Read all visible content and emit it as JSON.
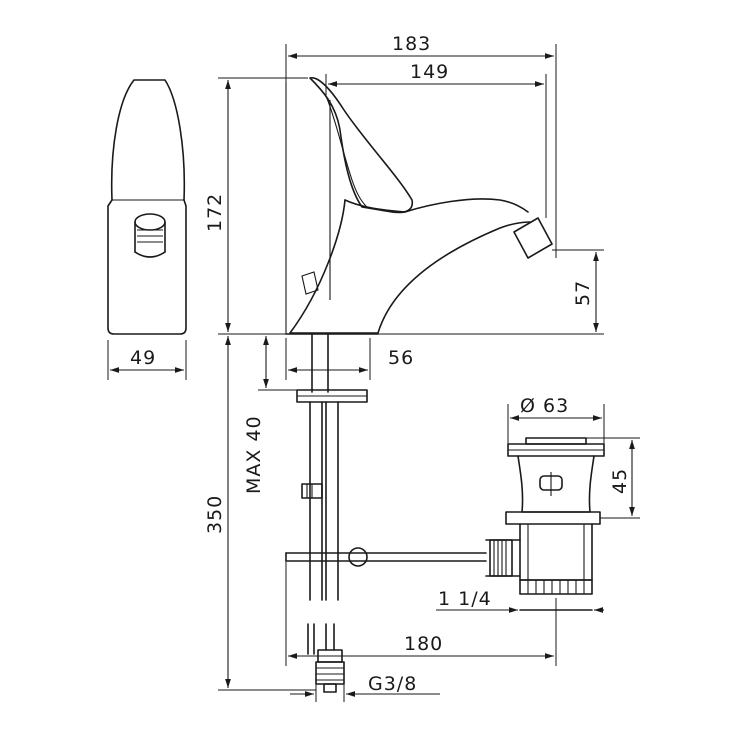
{
  "dimensions": {
    "overall_length": "183",
    "spout_reach": "149",
    "height": "172",
    "outlet_height": "57",
    "body_width": "49",
    "base_diameter": "56",
    "max_thickness": "MAX  40",
    "drain_length": "350",
    "waste_diameter": "Ø 63",
    "waste_height": "45",
    "waste_thread": "1  1/4",
    "rod_length": "180",
    "hose_thread": "G3/8"
  }
}
